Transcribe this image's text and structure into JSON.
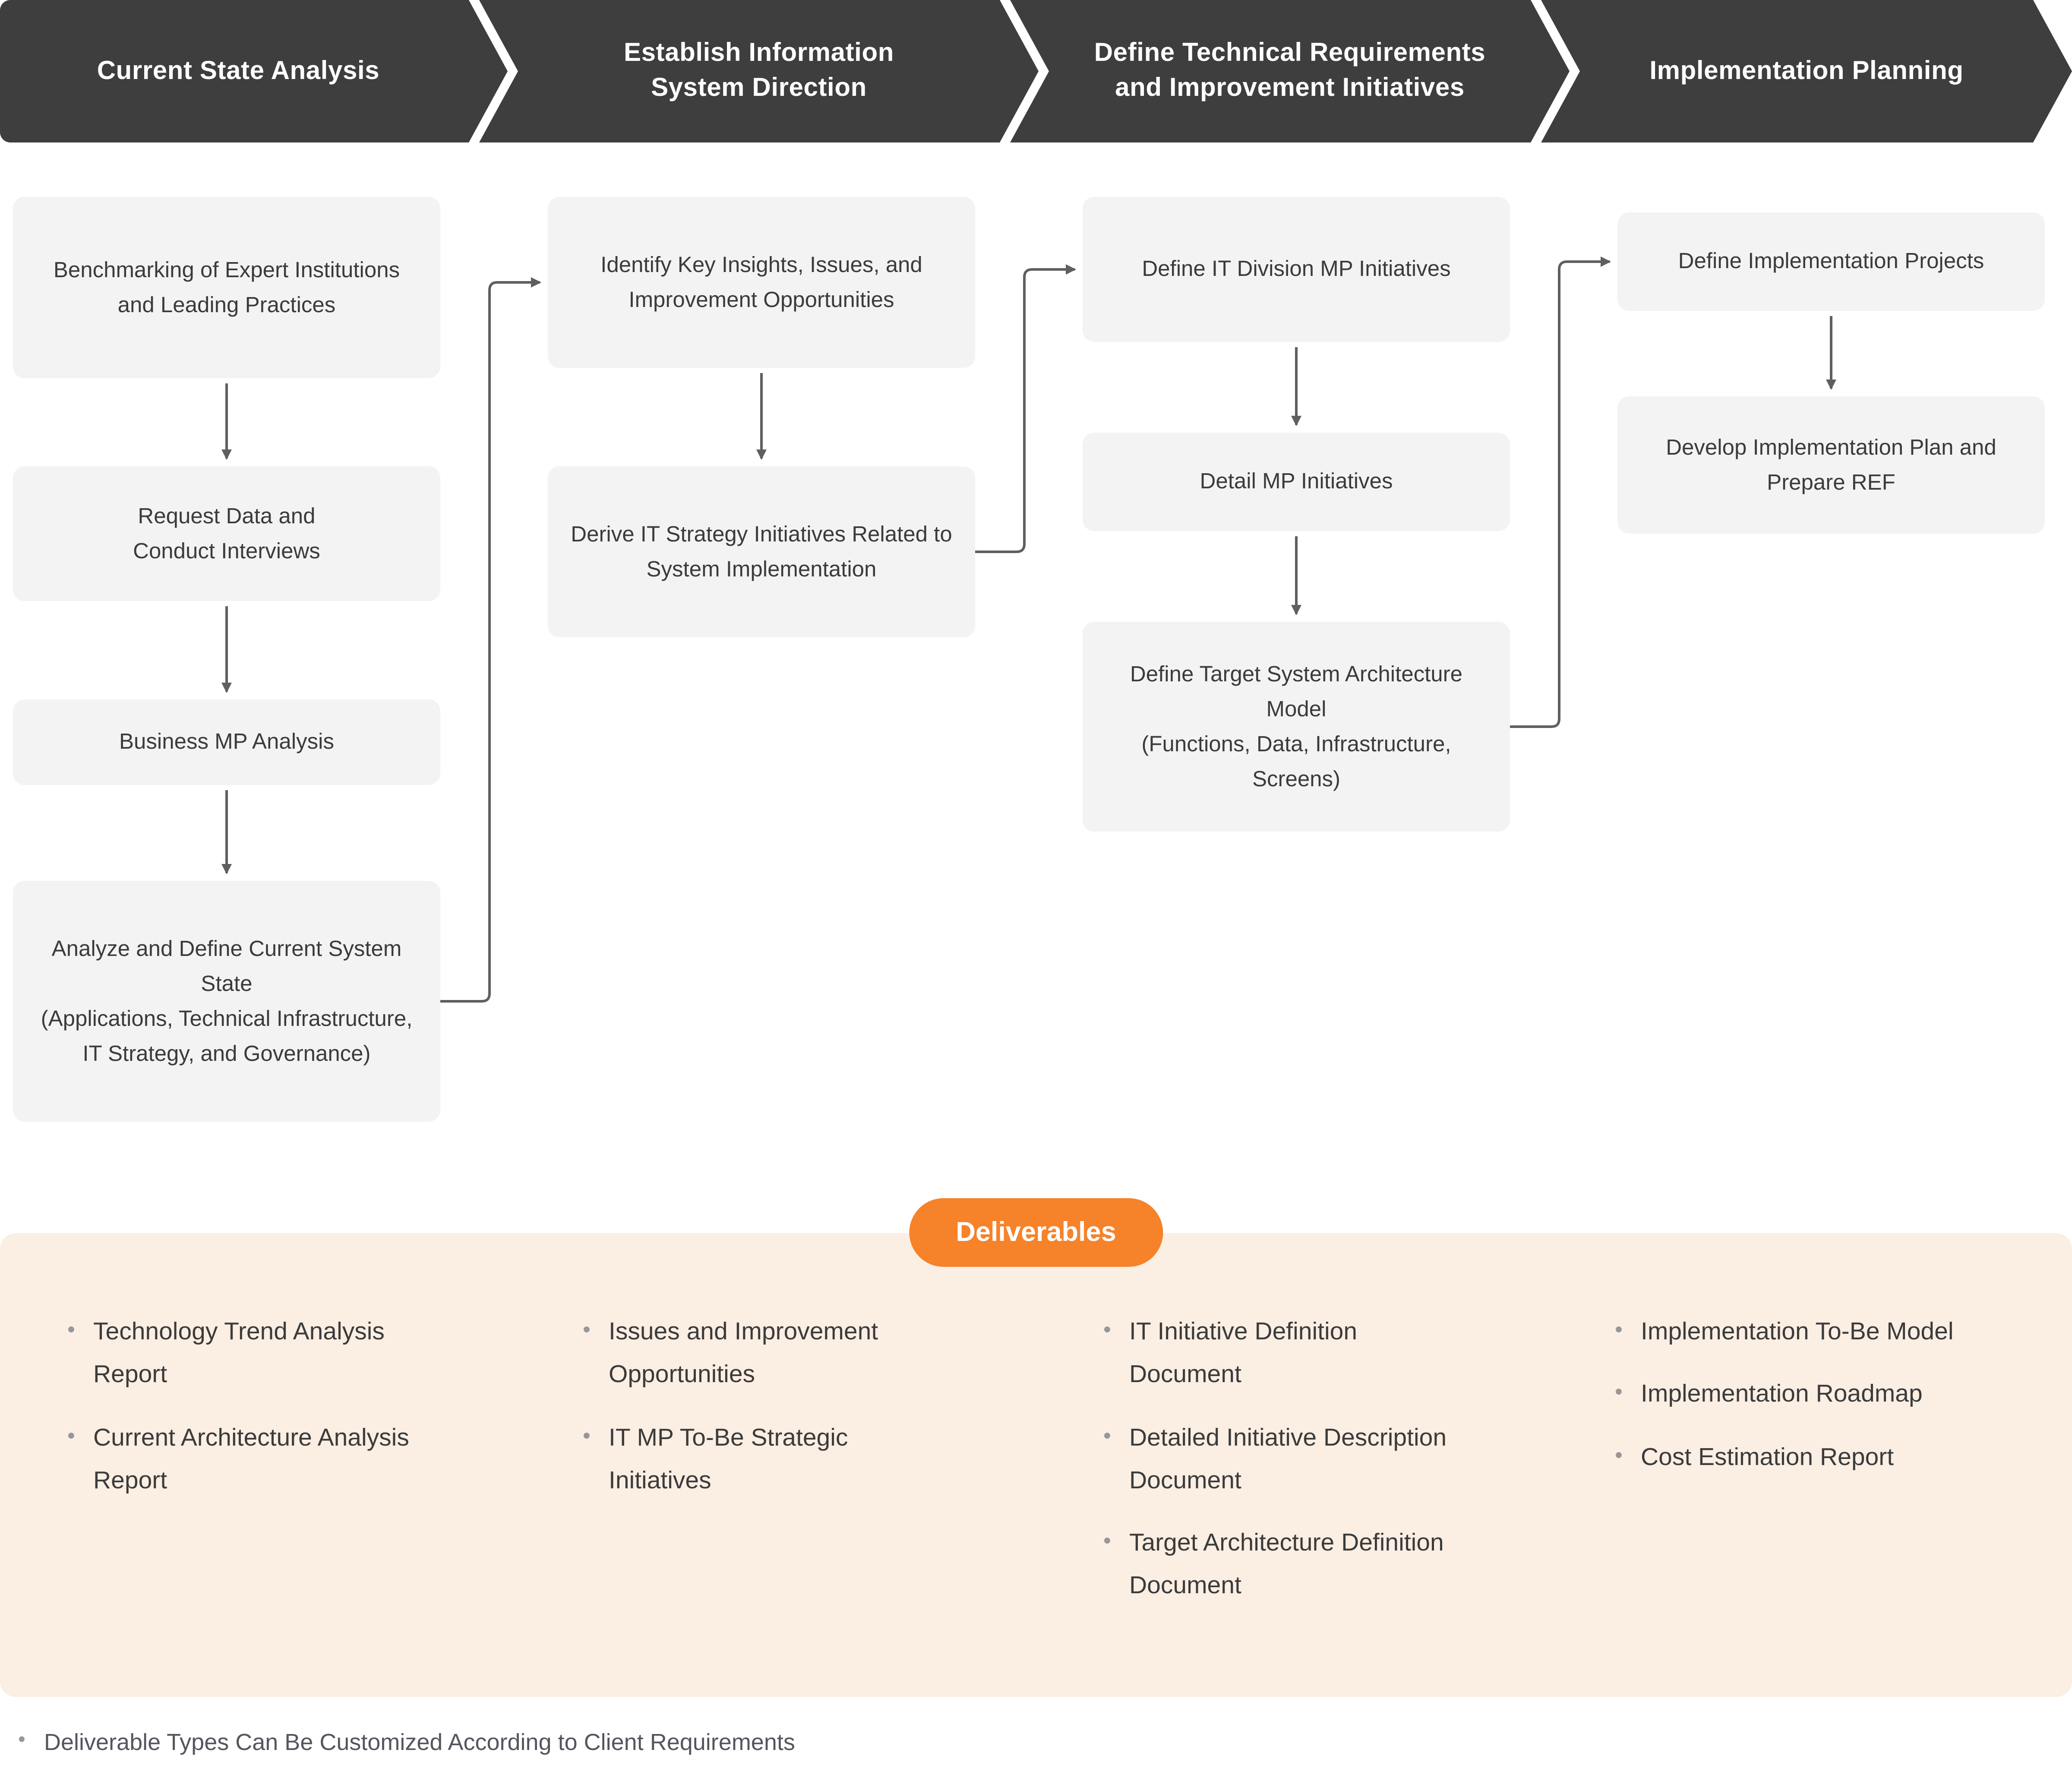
{
  "colors": {
    "chevron_bg": "#3E3E3E",
    "chevron_text": "#FFFFFF",
    "box_bg": "#F3F3F3",
    "box_text": "#3B3B3B",
    "arrow": "#5F5F5F",
    "badge_bg": "#F6822A",
    "badge_text": "#FFFFFF",
    "panel_bg": "#FBEEE3",
    "bullet": "#979797",
    "footnote_text": "#55555E"
  },
  "icons": {
    "bullet": "•"
  },
  "phases": [
    {
      "title": "Current State Analysis",
      "steps": [
        "Benchmarking of Expert Institutions and Leading Practices",
        "Request Data and\nConduct Interviews",
        "Business MP Analysis",
        "Analyze and Define Current System State\n(Applications, Technical Infrastructure,\nIT Strategy, and Governance)"
      ]
    },
    {
      "title": "Establish Information\nSystem Direction",
      "steps": [
        "Identify Key Insights, Issues, and Improvement Opportunities",
        "Derive IT Strategy Initiatives Related to System Implementation"
      ]
    },
    {
      "title": "Define Technical Requirements\nand Improvement Initiatives",
      "steps": [
        "Define IT Division MP Initiatives",
        "Detail MP Initiatives",
        "Define Target System Architecture Model\n(Functions, Data, Infrastructure, Screens)"
      ]
    },
    {
      "title": "Implementation Planning",
      "steps": [
        "Define Implementation Projects",
        "Develop Implementation Plan and Prepare REF"
      ]
    }
  ],
  "deliverables": {
    "badge": "Deliverables",
    "columns": [
      [
        "Technology Trend Analysis Report",
        "Current Architecture Analysis Report"
      ],
      [
        "Issues and Improvement Opportunities",
        "IT MP To-Be Strategic Initiatives"
      ],
      [
        "IT Initiative Definition Document",
        "Detailed Initiative Description Document",
        "Target Architecture Definition Document"
      ],
      [
        "Implementation To-Be Model",
        "Implementation Roadmap",
        "Cost Estimation Report"
      ]
    ]
  },
  "footnote": "Deliverable Types Can Be Customized According to Client Requirements"
}
